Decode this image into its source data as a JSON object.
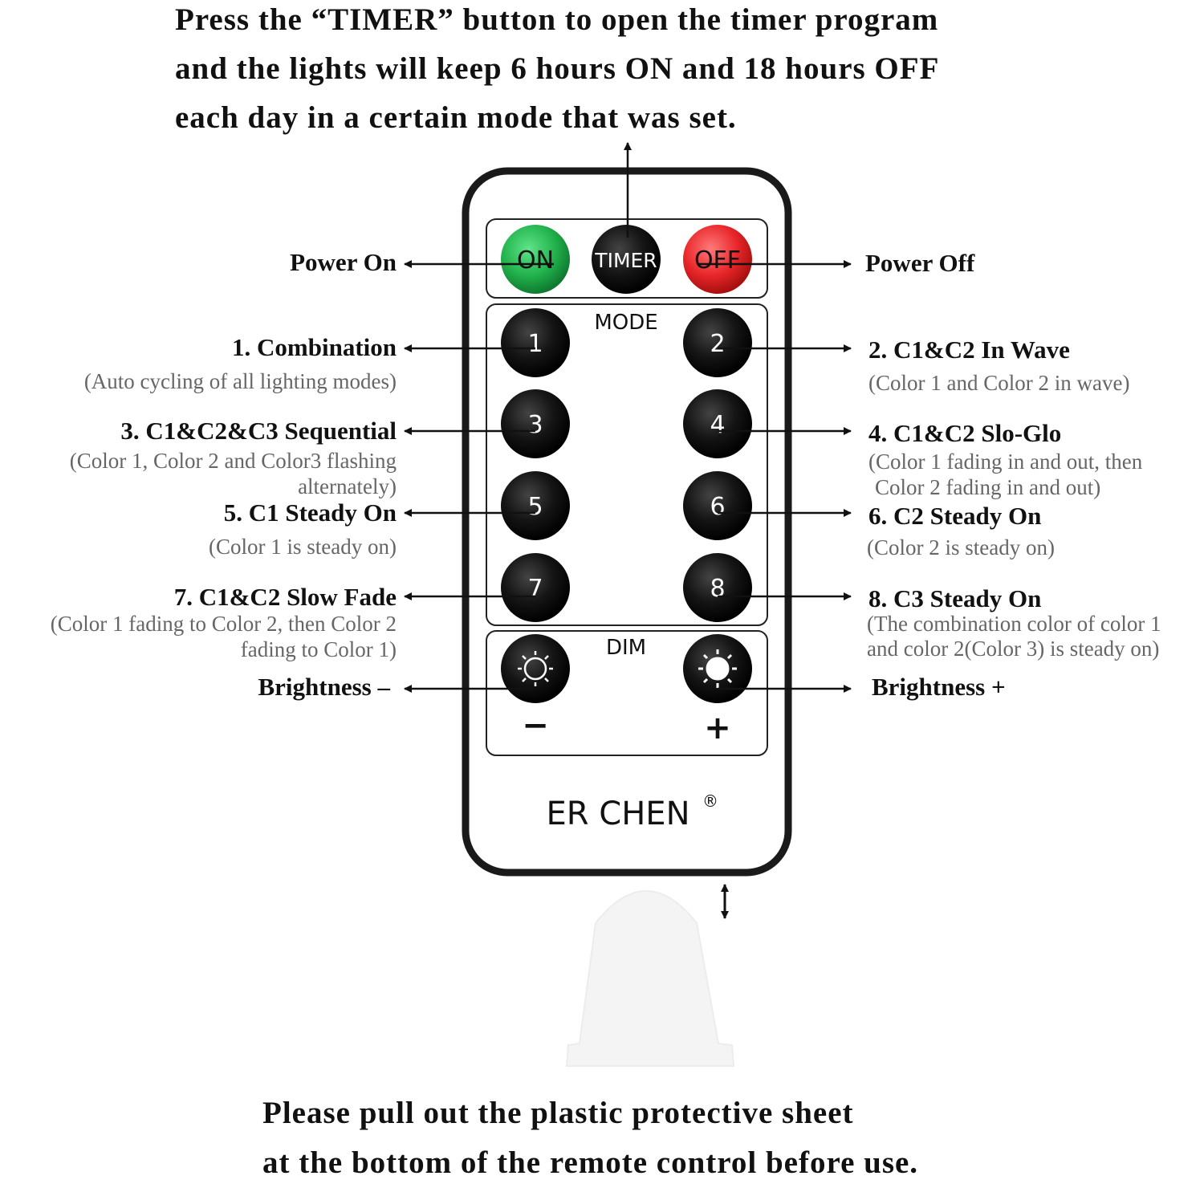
{
  "header": {
    "line1": "Press the “TIMER” button to open the timer program",
    "line2": "and the lights will keep 6 hours ON and 18 hours OFF",
    "line3": "each day in a certain mode that was set."
  },
  "remote": {
    "on_label": "ON",
    "timer_label": "TIMER",
    "off_label": "OFF",
    "mode_label": "MODE",
    "dim_label": "DIM",
    "minus_label": "−",
    "plus_label": "+",
    "brand": "ER CHEN",
    "registered": "®",
    "mode_buttons": [
      "1",
      "2",
      "3",
      "4",
      "5",
      "6",
      "7",
      "8"
    ],
    "colors": {
      "on": "#22b24c",
      "off": "#e8262a",
      "button": "#111111",
      "body_stroke": "#1a1a1a"
    }
  },
  "callouts": {
    "power_on": "Power On",
    "power_off": "Power Off",
    "m1_title": "1. Combination",
    "m1_desc": "(Auto cycling of all lighting modes)",
    "m2_title": "2. C1&C2 In Wave",
    "m2_desc": "(Color 1 and Color 2 in wave)",
    "m3_title": "3. C1&C2&C3 Sequential",
    "m3_desc": "(Color 1, Color 2 and Color3 flashing alternately)",
    "m4_title": "4. C1&C2 Slo-Glo",
    "m4_desc1": "(Color 1 fading in and out, then",
    "m4_desc2": "Color 2 fading in and out)",
    "m5_title": "5. C1 Steady On",
    "m5_desc": "(Color 1 is steady on)",
    "m6_title": "6. C2 Steady On",
    "m6_desc": "(Color 2 is steady on)",
    "m7_title": "7. C1&C2 Slow Fade",
    "m7_desc": "(Color 1 fading to Color 2, then Color 2 fading to Color 1)",
    "m8_title": "8. C3 Steady On",
    "m8_desc1": "(The combination color of color 1",
    "m8_desc2": "and color 2(Color 3) is steady on)",
    "brightness_minus": "Brightness –",
    "brightness_plus": "Brightness +"
  },
  "footer": {
    "line1": "Please pull out the plastic protective sheet",
    "line2": "at the bottom of the remote control before use."
  }
}
